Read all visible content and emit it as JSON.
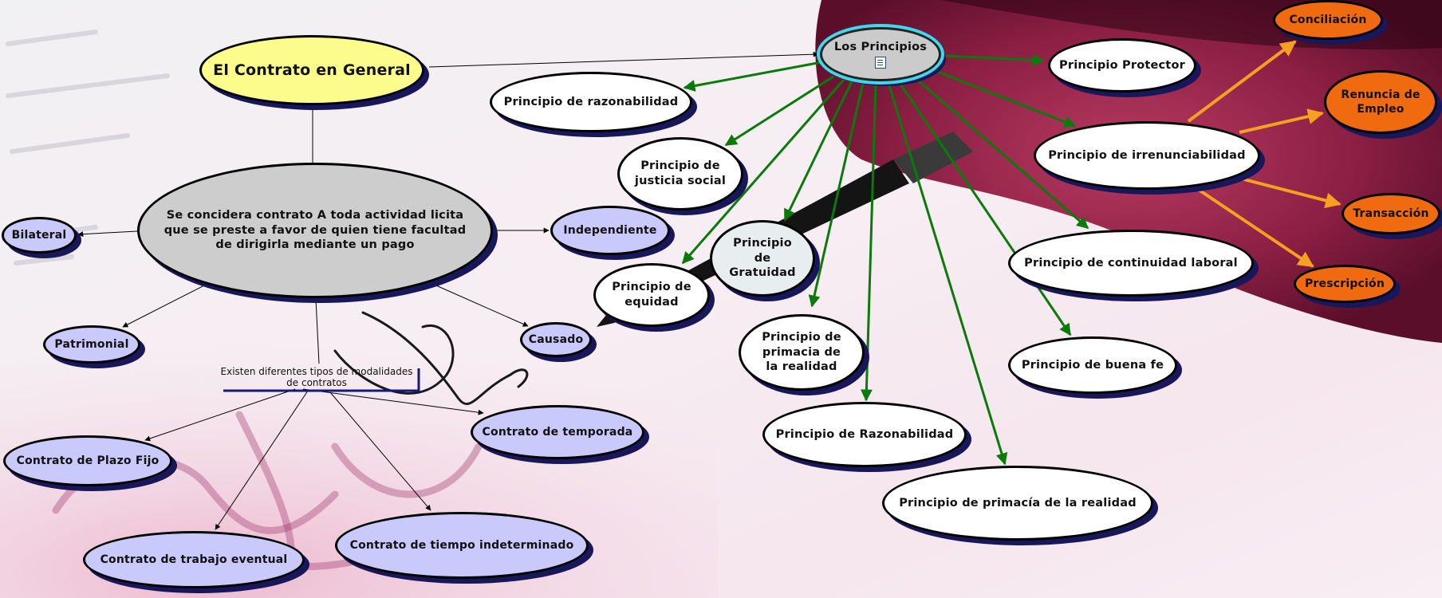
{
  "colors": {
    "title_fill": "#fcfc8c",
    "definition_fill": "#cdcdcd",
    "type_fill": "#c9c9fb",
    "principle_fill": "#ffffff",
    "irrenunciability_child_fill": "#f06a10",
    "principle_arrow": "#0a7a0a",
    "irrenunciability_arrow": "#f5a020",
    "node_shadow": "#17175a"
  },
  "nodes": {
    "main_title": "El Contrato en General",
    "definition": "Se concidera contrato A toda actividad licita que se preste a favor de quien tiene facultad de dirigirla mediante un pago",
    "bilateral": "Bilateral",
    "independiente": "Independiente",
    "patrimonial": "Patrimonial",
    "causado": "Causado",
    "plazo_fijo": "Contrato de Plazo Fijo",
    "temporada": "Contrato de temporada",
    "eventual": "Contrato de trabajo eventual",
    "tiempo_indeterminado": "Contrato de tiempo indeterminado",
    "principios": "Los Principios",
    "razonabilidad_lower": "Principio de razonabilidad",
    "justicia_social": "Principio de justicia social",
    "equidad": "Principio de equidad",
    "gratuidad": "Principio de Gratuidad",
    "primacia_small": "Principio de primacia de la realidad",
    "razonabilidad_upper": "Principio de Razonabilidad",
    "primacia_large": "Principio de primacía de la realidad",
    "protector": "Principio Protector",
    "irrenunciabilidad": "Principio de irrenunciabilidad",
    "continuidad": "Principio de continuidad laboral",
    "buena_fe": "Principio de buena fe",
    "conciliacion": "Conciliación",
    "renuncia": "Renuncia de Empleo",
    "transaccion": "Transacción",
    "prescripcion": "Prescripción"
  },
  "link_labels": {
    "modalidades": "Existen diferentes tipos de modalidades de contratos"
  },
  "icons": {
    "principios_attachment": "document-icon"
  }
}
